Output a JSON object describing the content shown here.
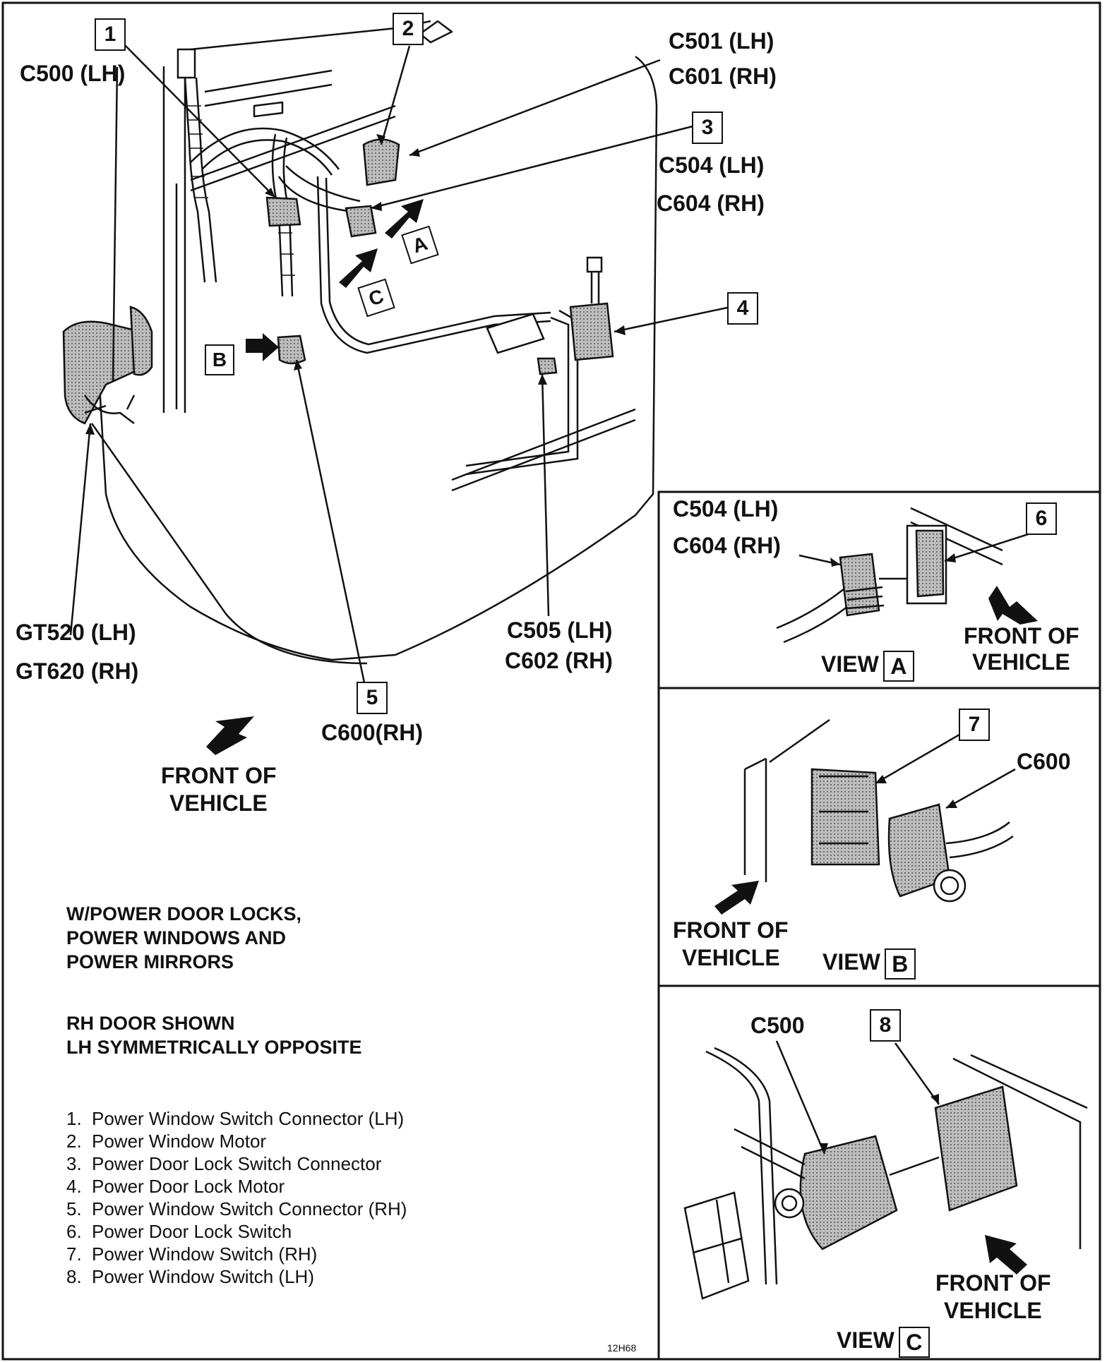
{
  "connectors": {
    "c500_lh": "C500 (LH)",
    "c501_lh": "C501 (LH)",
    "c601_rh": "C601 (RH)",
    "c504_lh": "C504 (LH)",
    "c604_rh": "C604 (RH)",
    "gt520_lh": "GT520 (LH)",
    "gt620_rh": "GT620 (RH)",
    "c505_lh": "C505 (LH)",
    "c602_rh": "C602 (RH)",
    "c600_rh": "C600(RH)"
  },
  "callouts": [
    "1",
    "2",
    "3",
    "4",
    "5",
    "6",
    "7",
    "8"
  ],
  "view_letters": [
    "A",
    "B",
    "C"
  ],
  "front_line1": "FRONT OF",
  "front_line2": "VEHICLE",
  "view_word": "VIEW",
  "view_a": {
    "c504_lh": "C504 (LH)",
    "c604_rh": "C604 (RH)"
  },
  "view_b": {
    "c600": "C600"
  },
  "view_c": {
    "c500": "C500"
  },
  "subtitle": {
    "line1": "W/POWER DOOR LOCKS,",
    "line2": "POWER WINDOWS AND",
    "line3": "POWER MIRRORS",
    "line4": "RH DOOR SHOWN",
    "line5": "LH SYMMETRICALLY OPPOSITE"
  },
  "legend": [
    {
      "num": "1.",
      "text": "Power Window Switch Connector (LH)"
    },
    {
      "num": "2.",
      "text": "Power Window Motor"
    },
    {
      "num": "3.",
      "text": "Power Door Lock Switch Connector"
    },
    {
      "num": "4.",
      "text": "Power Door Lock Motor"
    },
    {
      "num": "5.",
      "text": "Power Window Switch Connector (RH)"
    },
    {
      "num": "6.",
      "text": "Power Door Lock Switch"
    },
    {
      "num": "7.",
      "text": "Power Window Switch (RH)"
    },
    {
      "num": "8.",
      "text": "Power Window Switch (LH)"
    }
  ],
  "figure_ref": "12H68",
  "colors": {
    "ink": "#111111",
    "shade": "#9a9a9a",
    "paper": "#ffffff"
  }
}
